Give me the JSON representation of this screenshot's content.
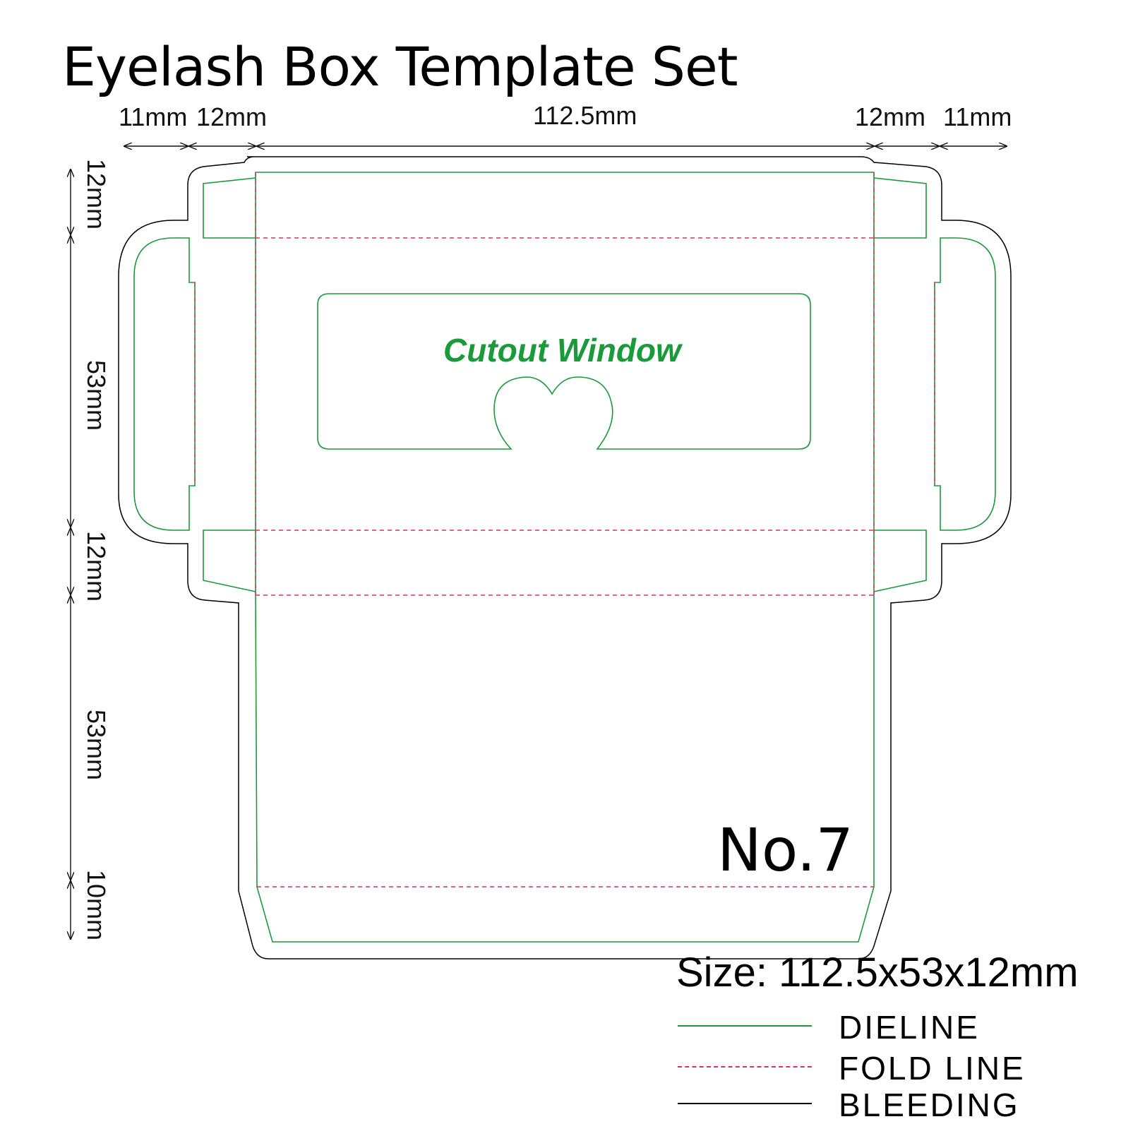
{
  "title": "Eyelash Box Template Set",
  "dimensions": {
    "top": [
      "11mm",
      "12mm",
      "112.5mm",
      "12mm",
      "11mm"
    ],
    "left": [
      "12mm",
      "53mm",
      "12mm",
      "53mm",
      "10mm"
    ]
  },
  "cutout_label": "Cutout Window",
  "model": "No.7",
  "size": "Size: 112.5x53x12mm",
  "legend": [
    {
      "label": "DIELINE",
      "style": "solid",
      "color": "#1a9a3a"
    },
    {
      "label": "FOLD LINE",
      "style": "dashed",
      "color": "#d6335a"
    },
    {
      "label": "BLEEDING",
      "style": "solid",
      "color": "#000000"
    }
  ],
  "colors": {
    "dieline": "#1a9a3a",
    "fold": "#d6335a",
    "bleed": "#000000"
  }
}
